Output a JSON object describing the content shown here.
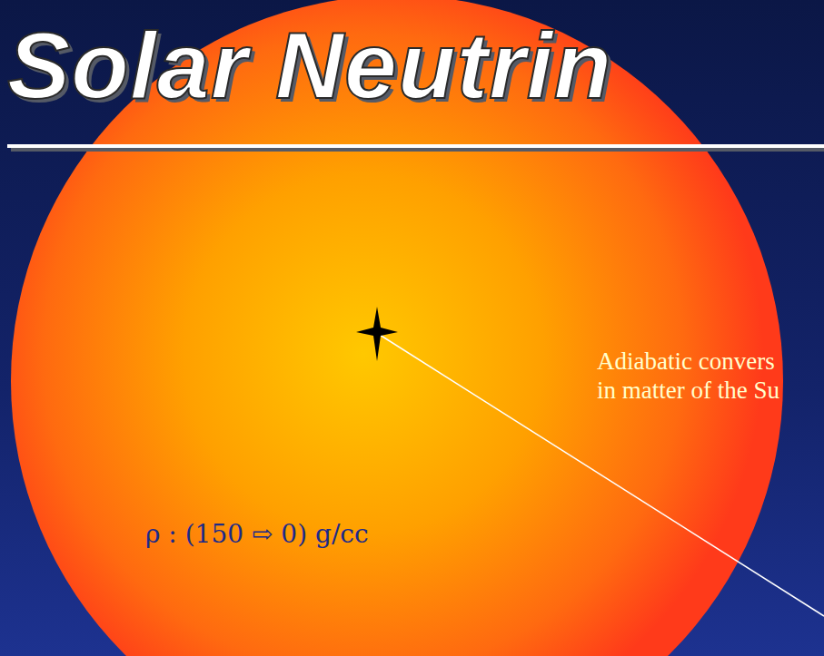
{
  "diagram": {
    "title": "Solar Neutrin",
    "labels": [
      "Adiabatic convers",
      "in matter of the Su",
      "ρ :  (150 ⇨ 0)  g/cc"
    ]
  }
}
